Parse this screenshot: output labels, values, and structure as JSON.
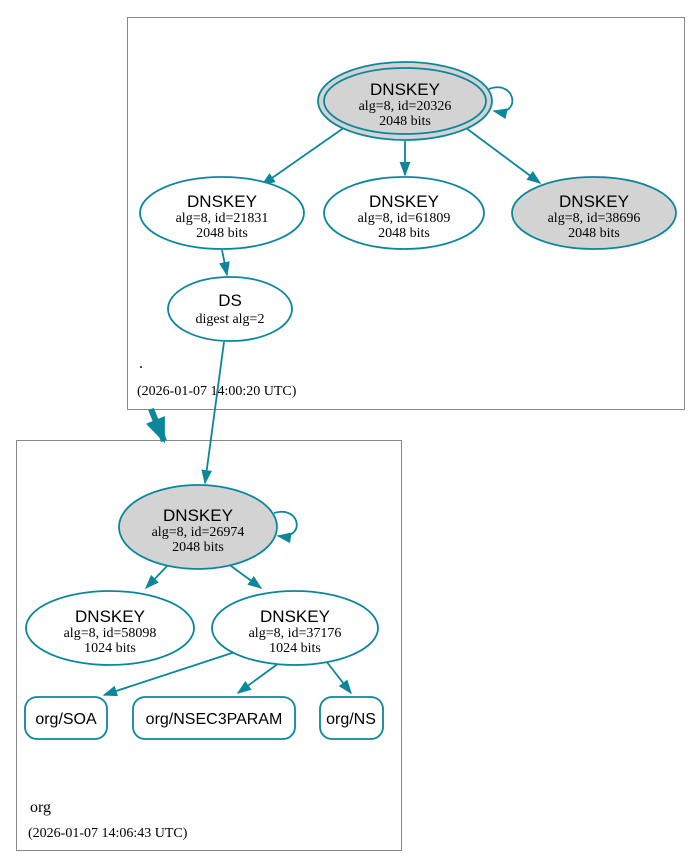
{
  "colors": {
    "edge": "#0a879a",
    "ksk_fill": "#d3d3d3",
    "node_fill": "#ffffff",
    "box_border": "#888888",
    "text": "#000000"
  },
  "zones": {
    "root": {
      "label": ".",
      "timestamp": "(2026-01-07 14:00:20 UTC)",
      "nodes": {
        "ksk20326": {
          "title": "DNSKEY",
          "detail": "alg=8, id=20326",
          "bits": "2048 bits"
        },
        "key21831": {
          "title": "DNSKEY",
          "detail": "alg=8, id=21831",
          "bits": "2048 bits"
        },
        "key61809": {
          "title": "DNSKEY",
          "detail": "alg=8, id=61809",
          "bits": "2048 bits"
        },
        "key38696": {
          "title": "DNSKEY",
          "detail": "alg=8, id=38696",
          "bits": "2048 bits"
        },
        "ds": {
          "title": "DS",
          "detail": "digest alg=2"
        }
      }
    },
    "org": {
      "label": "org",
      "timestamp": "(2026-01-07 14:06:43 UTC)",
      "nodes": {
        "ksk26974": {
          "title": "DNSKEY",
          "detail": "alg=8, id=26974",
          "bits": "2048 bits"
        },
        "key58098": {
          "title": "DNSKEY",
          "detail": "alg=8, id=58098",
          "bits": "1024 bits"
        },
        "key37176": {
          "title": "DNSKEY",
          "detail": "alg=8, id=37176",
          "bits": "1024 bits"
        },
        "rrset_soa": {
          "label": "org/SOA"
        },
        "rrset_nsec3param": {
          "label": "org/NSEC3PARAM"
        },
        "rrset_ns": {
          "label": "org/NS"
        }
      }
    }
  }
}
